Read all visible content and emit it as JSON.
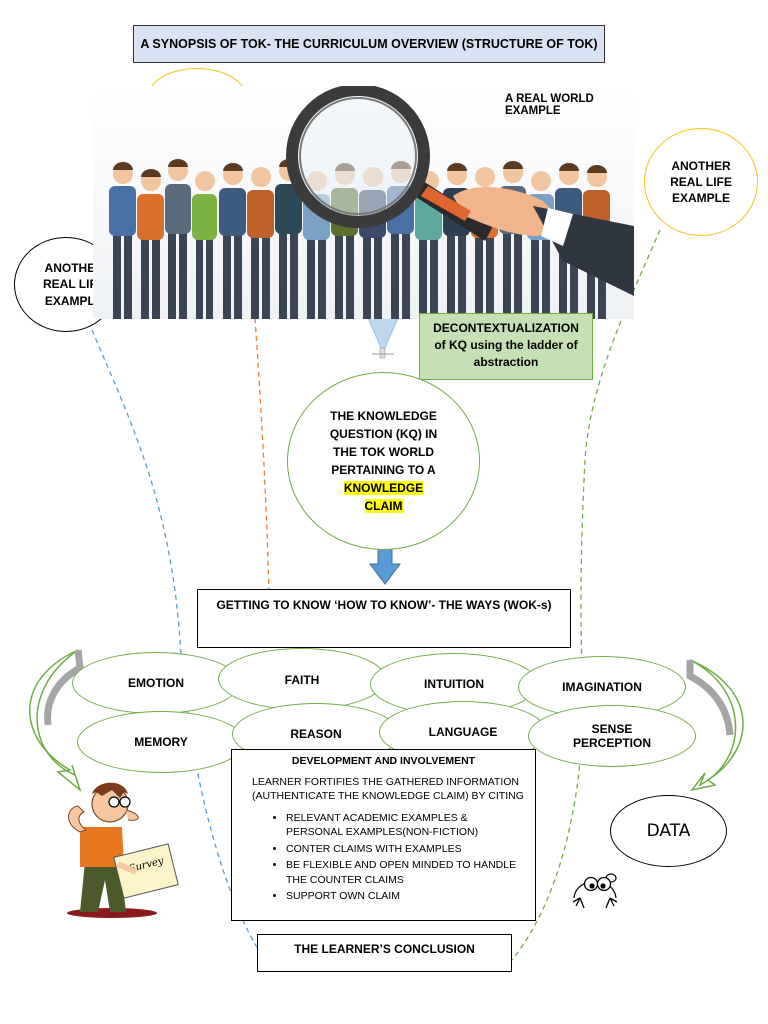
{
  "title": "A SYNOPSIS OF TOK- THE CURRICULUM OVERVIEW (STRUCTURE OF TOK)",
  "real_world_label": "A REAL WORLD EXAMPLE",
  "left_example": [
    "ANOTHE",
    "REAL LIF",
    "EXAMPL"
  ],
  "right_example": [
    "ANOTHER",
    "REAL LIFE",
    "EXAMPLE"
  ],
  "decontext": [
    "DECONTEXTUALIZATION",
    "of KQ using the ladder of",
    "abstraction"
  ],
  "kq": {
    "lines": [
      "THE KNOWLEDGE",
      "QUESTION (KQ) IN",
      "THE TOK WORLD",
      "PERTAINING TO A"
    ],
    "highlight_lines": [
      "KNOWLEDGE",
      "CLAIM"
    ]
  },
  "wok_title": "GETTING TO KNOW ‘HOW TO KNOW’- THE WAYS (WOK-s)",
  "woks": {
    "emotion": "EMOTION",
    "faith": "FAITH",
    "intuition": "INTUITION",
    "imagination": "IMAGINATION",
    "memory": "MEMORY",
    "reason": "REASON",
    "language": "LANGUAGE",
    "sense": [
      "SENSE",
      "PERCEPTION"
    ]
  },
  "development": {
    "title": "DEVELOPMENT AND INVOLVEMENT",
    "intro": "LEARNER FORTIFIES THE GATHERED INFORMATION (AUTHENTICATE THE KNOWLEDGE CLAIM) BY CITING",
    "bullets": [
      "RELEVANT ACADEMIC EXAMPLES & PERSONAL EXAMPLES(NON-FICTION)",
      "CONTER CLAIMS WITH EXAMPLES",
      "BE FLEXIBLE AND OPEN MINDED TO HANDLE THE COUNTER CLAIMS",
      "SUPPORT OWN CLAIM"
    ]
  },
  "conclusion": "THE LEARNER’S CONCLUSION",
  "data_bubble": "DATA",
  "survey_text": "Survey",
  "colors": {
    "green_border": "#70ad47",
    "green_fill": "#c5e0b4",
    "gold": "#f0c419",
    "blue_arrow": "#5b9bd5",
    "title_fill": "#dae3f3",
    "highlight": "#ffff00"
  }
}
